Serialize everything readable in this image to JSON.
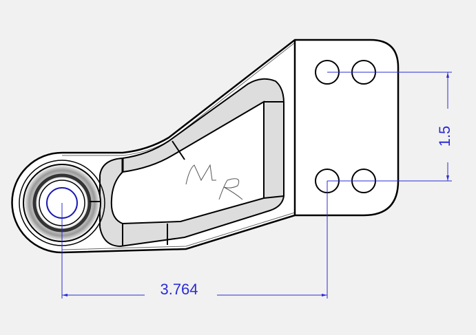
{
  "drawing": {
    "logo_text": "MR",
    "dimensions": {
      "vertical_hole_spacing": "1.5",
      "horizontal_center_distance": "3.764"
    },
    "colors": {
      "background": "#f1f1f1",
      "part_fill": "#ffffff",
      "outline": "#000000",
      "dimension": "#2b2bd6",
      "bore": "#1a1ab0"
    }
  }
}
